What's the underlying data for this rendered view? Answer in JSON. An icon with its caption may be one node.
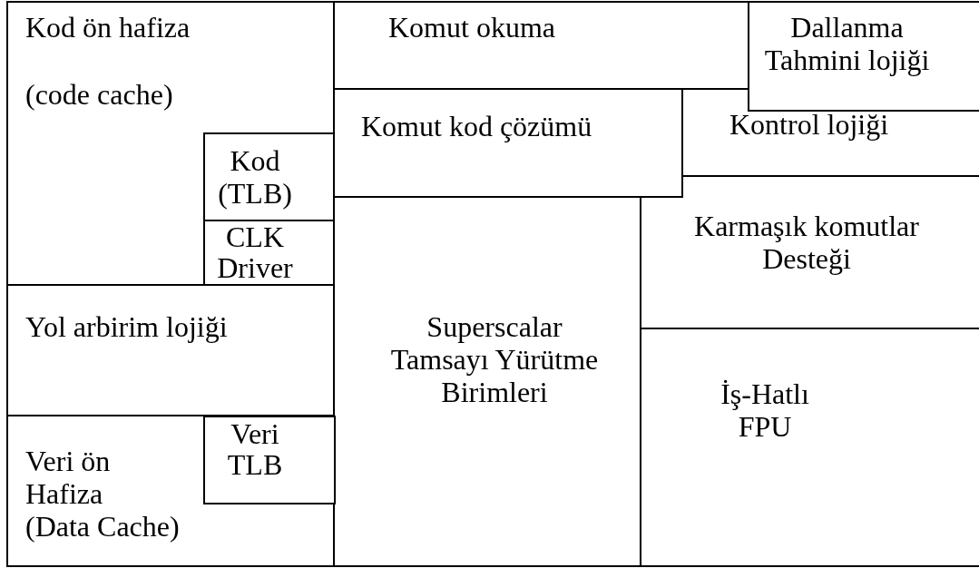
{
  "diagram": {
    "nodes": [
      {
        "text": [
          "Kod ön hafiza",
          "(code cache)"
        ]
      },
      {
        "text": [
          "Kod (TLB)"
        ],
        "in": 0
      },
      {
        "text": [
          "CLK Driver"
        ],
        "in": 0
      },
      {
        "text": [
          "Komut okuma"
        ]
      },
      {
        "text": [
          "Dallanma Tahmini lojiği"
        ]
      },
      {
        "text": [
          "Komut kod çözümü"
        ]
      },
      {
        "text": [
          "Kontrol lojiği"
        ]
      },
      {
        "text": [
          "Karmaşık komutlar Desteği"
        ]
      },
      {
        "text": [
          "Yol arbirim lojiği"
        ]
      },
      {
        "text": [
          "Superscalar Tamsayı Yürütme Birimleri"
        ]
      },
      {
        "text": [
          "Veri ön Hafiza",
          "(Data Cache)"
        ]
      },
      {
        "text": [
          "Veri TLB"
        ],
        "in": 10
      },
      {
        "text": [
          "İş-Hatlı FPU"
        ]
      }
    ]
  }
}
